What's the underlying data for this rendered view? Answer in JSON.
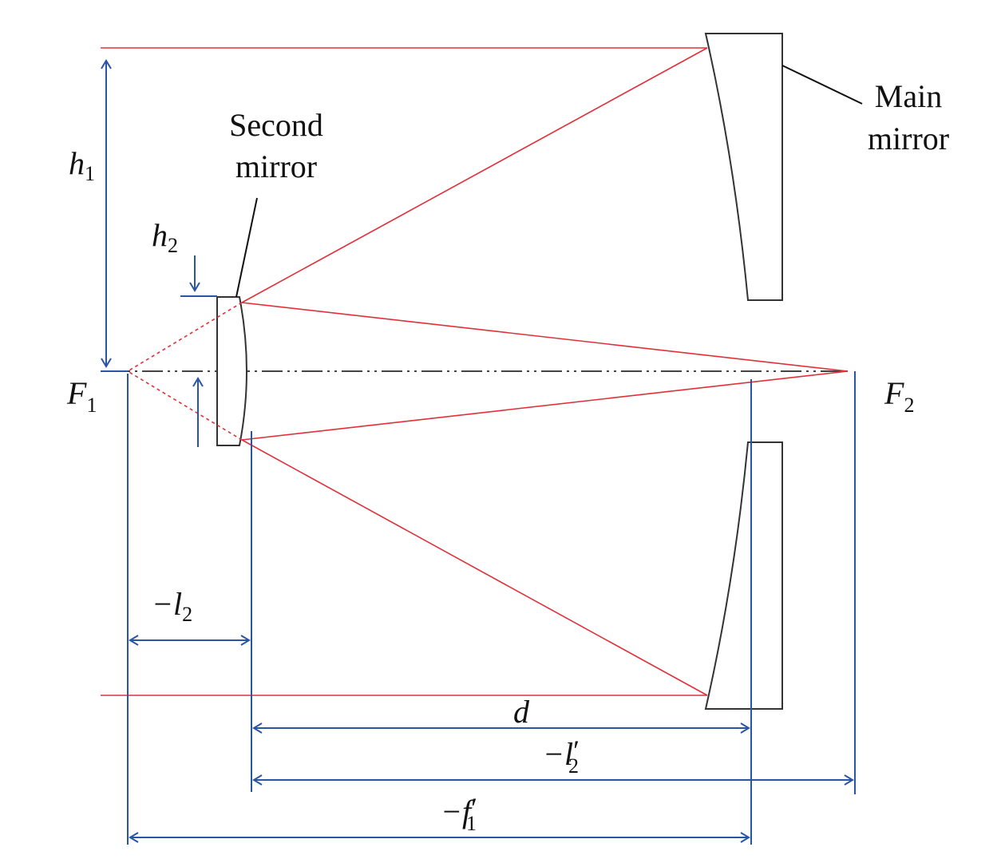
{
  "colors": {
    "ray": "#e0303a",
    "dimension": "#2a55a4",
    "mirror": "#333333",
    "axis": "#444444",
    "text": "#111111",
    "background": "#ffffff"
  },
  "labels": {
    "main_mirror_line1": "Main",
    "main_mirror_line2": "mirror",
    "second_mirror_line1": "Second",
    "second_mirror_line2": "mirror",
    "h1_var": "h",
    "h1_sub": "1",
    "h2_var": "h",
    "h2_sub": "2",
    "F1_var": "F",
    "F1_sub": "1",
    "F2_var": "F",
    "F2_sub": "2",
    "l2_var": "−l",
    "l2_sub": "2",
    "d_var": "d",
    "l2p_var": "−l",
    "l2p_sub": "2",
    "l2p_prime": "′",
    "f1p_var": "−f",
    "f1p_sub": "1",
    "f1p_prime": "′"
  }
}
